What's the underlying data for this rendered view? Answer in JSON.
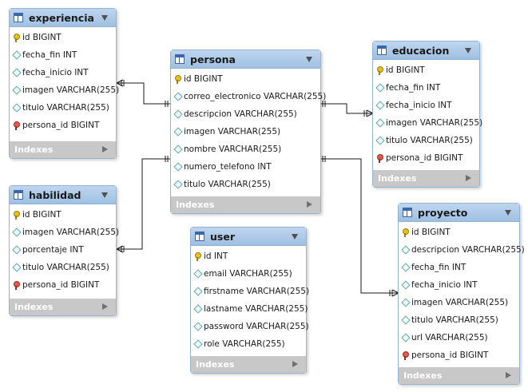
{
  "diagram": {
    "indexes_label": "Indexes",
    "tables": [
      {
        "name": "experiencia",
        "columns": [
          {
            "text": "id BIGINT",
            "icon": "primary-key-icon"
          },
          {
            "text": "fecha_fin INT",
            "icon": "column-diamond-icon"
          },
          {
            "text": "fecha_inicio INT",
            "icon": "column-diamond-icon"
          },
          {
            "text": "imagen VARCHAR(255)",
            "icon": "column-diamond-icon"
          },
          {
            "text": "titulo VARCHAR(255)",
            "icon": "column-diamond-icon"
          },
          {
            "text": "persona_id BIGINT",
            "icon": "foreign-key-icon"
          }
        ]
      },
      {
        "name": "habilidad",
        "columns": [
          {
            "text": "id BIGINT",
            "icon": "primary-key-icon"
          },
          {
            "text": "imagen VARCHAR(255)",
            "icon": "column-diamond-icon"
          },
          {
            "text": "porcentaje INT",
            "icon": "column-diamond-icon"
          },
          {
            "text": "titulo VARCHAR(255)",
            "icon": "column-diamond-icon"
          },
          {
            "text": "persona_id BIGINT",
            "icon": "foreign-key-icon"
          }
        ]
      },
      {
        "name": "persona",
        "columns": [
          {
            "text": "id BIGINT",
            "icon": "primary-key-icon"
          },
          {
            "text": "correo_electronico VARCHAR(255)",
            "icon": "column-diamond-icon"
          },
          {
            "text": "descripcion VARCHAR(255)",
            "icon": "column-diamond-icon"
          },
          {
            "text": "imagen VARCHAR(255)",
            "icon": "column-diamond-icon"
          },
          {
            "text": "nombre VARCHAR(255)",
            "icon": "column-diamond-icon"
          },
          {
            "text": "numero_telefono INT",
            "icon": "column-diamond-icon"
          },
          {
            "text": "titulo VARCHAR(255)",
            "icon": "column-diamond-icon"
          }
        ]
      },
      {
        "name": "educacion",
        "columns": [
          {
            "text": "id BIGINT",
            "icon": "primary-key-icon"
          },
          {
            "text": "fecha_fin INT",
            "icon": "column-diamond-icon"
          },
          {
            "text": "fecha_inicio INT",
            "icon": "column-diamond-icon"
          },
          {
            "text": "imagen VARCHAR(255)",
            "icon": "column-diamond-icon"
          },
          {
            "text": "titulo VARCHAR(255)",
            "icon": "column-diamond-icon"
          },
          {
            "text": "persona_id BIGINT",
            "icon": "foreign-key-icon"
          }
        ]
      },
      {
        "name": "user",
        "columns": [
          {
            "text": "id INT",
            "icon": "primary-key-icon"
          },
          {
            "text": "email VARCHAR(255)",
            "icon": "column-diamond-icon"
          },
          {
            "text": "firstname VARCHAR(255)",
            "icon": "column-diamond-icon"
          },
          {
            "text": "lastname VARCHAR(255)",
            "icon": "column-diamond-icon"
          },
          {
            "text": "password VARCHAR(255)",
            "icon": "column-diamond-icon"
          },
          {
            "text": "role VARCHAR(255)",
            "icon": "column-diamond-icon"
          }
        ]
      },
      {
        "name": "proyecto",
        "columns": [
          {
            "text": "id BIGINT",
            "icon": "primary-key-icon"
          },
          {
            "text": "descripcion VARCHAR(255)",
            "icon": "column-diamond-icon"
          },
          {
            "text": "fecha_fin INT",
            "icon": "column-diamond-icon"
          },
          {
            "text": "fecha_inicio INT",
            "icon": "column-diamond-icon"
          },
          {
            "text": "imagen VARCHAR(255)",
            "icon": "column-diamond-icon"
          },
          {
            "text": "titulo VARCHAR(255)",
            "icon": "column-diamond-icon"
          },
          {
            "text": "url VARCHAR(255)",
            "icon": "column-diamond-icon"
          },
          {
            "text": "persona_id BIGINT",
            "icon": "foreign-key-icon"
          }
        ]
      }
    ]
  }
}
